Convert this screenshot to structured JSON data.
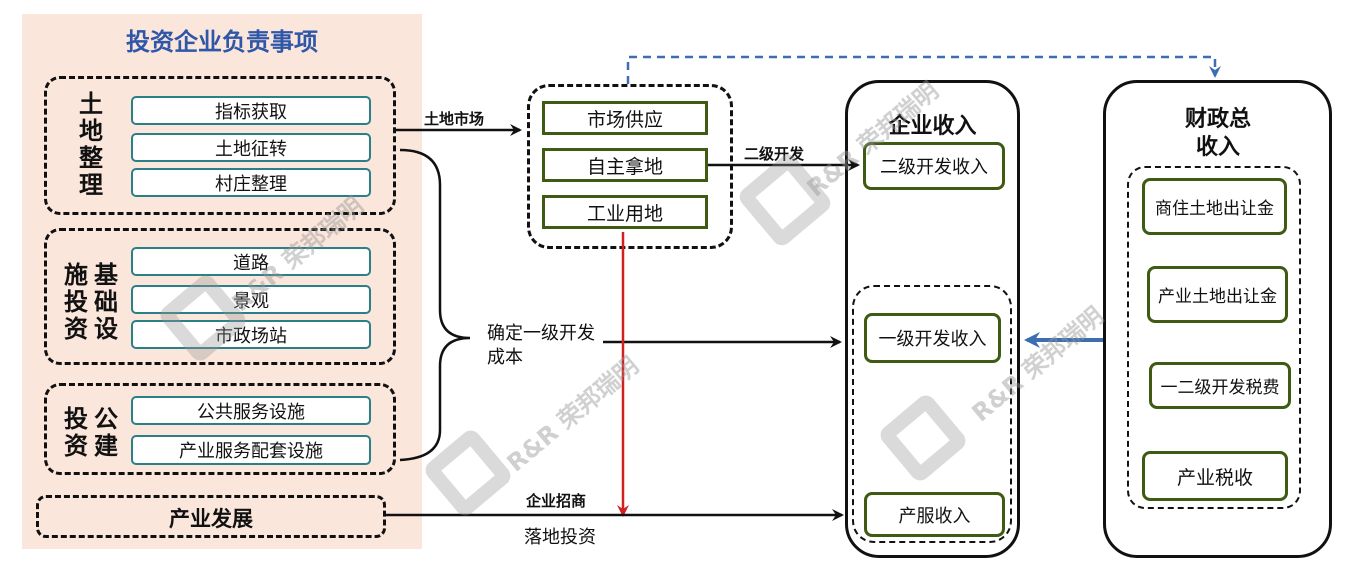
{
  "panel_title": "投资企业负责事项",
  "groups": {
    "land": {
      "label": "土地整理",
      "items": [
        "指标获取",
        "土地征转",
        "村庄整理"
      ]
    },
    "infra": {
      "label_col1": "施投资",
      "label_col2": "基础设",
      "items": [
        "道路",
        "景观",
        "市政场站"
      ]
    },
    "public": {
      "label_col1": "投资",
      "label_col2": "公建",
      "items": [
        "公共服务设施",
        "产业服务配套设施"
      ]
    },
    "industry": {
      "label": "产业发展"
    }
  },
  "market": {
    "items": [
      "市场供应",
      "自主拿地",
      "工业用地"
    ]
  },
  "edge_labels": {
    "land_market": "土地市场",
    "secondary_dev": "二级开发",
    "primary_cost": "确定一级开发成本",
    "investment_attraction": "企业招商",
    "landing_investment": "落地投资"
  },
  "enterprise": {
    "title": "企业收入",
    "items": [
      "二级开发收入",
      "一级开发收入",
      "产服收入"
    ]
  },
  "finance": {
    "title": "财政总收入",
    "items": [
      "商住土地出让金",
      "产业土地出让金",
      "一二级开发税费",
      "产业税收"
    ]
  },
  "watermark": {
    "latin": "R&R",
    "cn": "荣邦瑞明"
  },
  "colors": {
    "panel_bg": "#fbe6dc",
    "title_blue": "#2e57a8",
    "teal": "#2b7f88",
    "olive": "#3f5a12",
    "red": "#d21f1f",
    "blue_dash": "#3d6fb0"
  }
}
